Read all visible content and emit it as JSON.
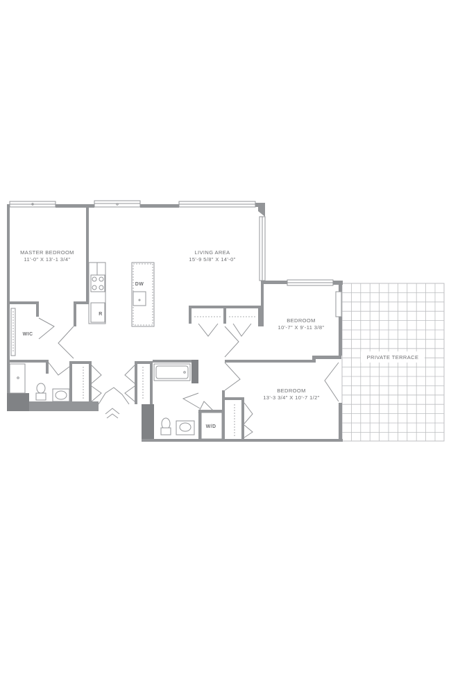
{
  "rooms": {
    "master_bedroom": {
      "name": "MASTER BEDROOM",
      "dims": "11'-0\" X 13'-1 3/4\""
    },
    "living_area": {
      "name": "LIVING AREA",
      "dims": "15'-9 5/8\" X 14'-0\""
    },
    "bedroom_2": {
      "name": "BEDROOM",
      "dims": "10'-7\" X 9'-11 3/8\""
    },
    "bedroom_3": {
      "name": "BEDROOM",
      "dims": "13'-3 3/4\" X 10'-7 1/2\""
    },
    "terrace": {
      "name": "PRIVATE TERRACE"
    }
  },
  "fixtures": {
    "wic": "WIC",
    "dishwasher": "DW",
    "refrigerator": "R",
    "washer_dryer": "W/D"
  }
}
